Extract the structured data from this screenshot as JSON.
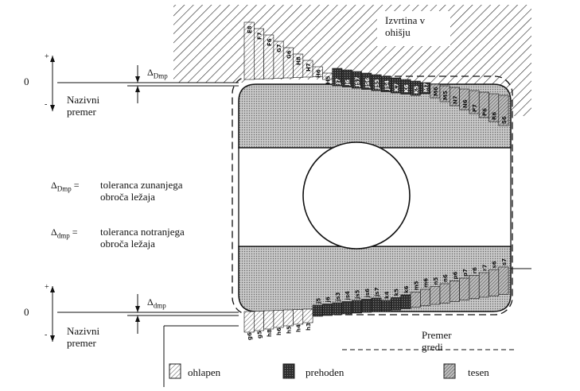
{
  "hole_label": "Izvrtina v\nohišju",
  "shaft_label": "Premer\ngredi",
  "nominal_top": "Nazivni\npremer",
  "nominal_bottom": "Nazivni\npremer",
  "zero_top": "0",
  "zero_bottom": "0",
  "plus": "+",
  "minus": "-",
  "delta_outer_symbol": "Δ",
  "delta_outer_sub": "Dmp",
  "delta_inner_symbol": "Δ",
  "delta_inner_sub": "dmp",
  "def_outer": "Δ",
  "def_outer_sub": "Dmp",
  "def_outer_eq": "=",
  "def_outer_text": "toleranca zunanjega\nobroča ležaja",
  "def_inner": "Δ",
  "def_inner_sub": "dmp",
  "def_inner_eq": "=",
  "def_inner_text": "toleranca notranjega\nobroča ležaja",
  "legend": [
    {
      "label": "ohlapen",
      "style": "loose"
    },
    {
      "label": "prehoden",
      "style": "transition"
    },
    {
      "label": "tesen",
      "style": "tight"
    }
  ],
  "hole_tolerances": [
    "E8",
    "F7",
    "F6",
    "G7",
    "G6",
    "H8",
    "H7",
    "H6",
    "H5",
    "J7",
    "J6",
    "JS7",
    "JS6",
    "JS5",
    "JS4",
    "K7",
    "K6",
    "K5",
    "M7",
    "M6",
    "M5",
    "N7",
    "N6",
    "P7",
    "P6",
    "R6",
    "S6"
  ],
  "shaft_tolerances": [
    "g6",
    "g5",
    "h8",
    "h6",
    "h5",
    "h4",
    "h3",
    "j5",
    "j6",
    "js3",
    "js4",
    "js5",
    "js6",
    "js7",
    "k4",
    "k5",
    "k6",
    "m5",
    "m6",
    "n5",
    "n6",
    "p6",
    "p7",
    "r6",
    "r7",
    "s6",
    "s7"
  ],
  "colors": {
    "loose": "#d8d8d8",
    "transition": "#3a3a3a",
    "tight": "#9a9a9a",
    "line": "#111111"
  }
}
